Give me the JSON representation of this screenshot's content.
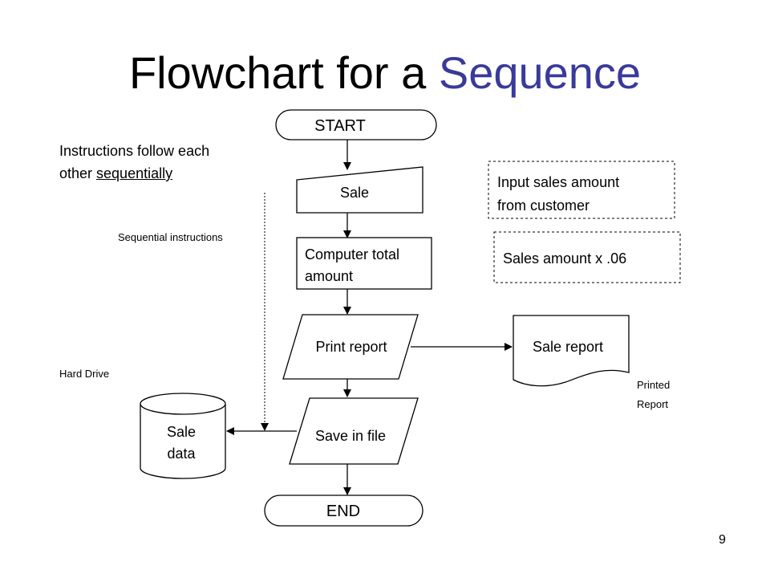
{
  "title": {
    "main": "Flowchart for a ",
    "accent": "Sequence",
    "accent_color": "#3a3a9a"
  },
  "notes": {
    "instructions_line1": "Instructions follow each",
    "instructions_line2_prefix": "other ",
    "instructions_line2_underlined": "sequentially",
    "sequential_instructions": "Sequential instructions",
    "hard_drive": "Hard Drive",
    "printed_report_line1": "Printed",
    "printed_report_line2": "Report"
  },
  "shapes": {
    "start": "START",
    "sale": "Sale",
    "compute_line1": "Computer total",
    "compute_line2": "amount",
    "print": "Print report",
    "sale_report": "Sale report",
    "save": "Save in file",
    "sale_data_line1": "Sale",
    "sale_data_line2": "data",
    "end": "END"
  },
  "callouts": {
    "input_line1": "Input sales amount",
    "input_line2": "from customer",
    "formula": "Sales amount x .06"
  },
  "page_number": "9"
}
